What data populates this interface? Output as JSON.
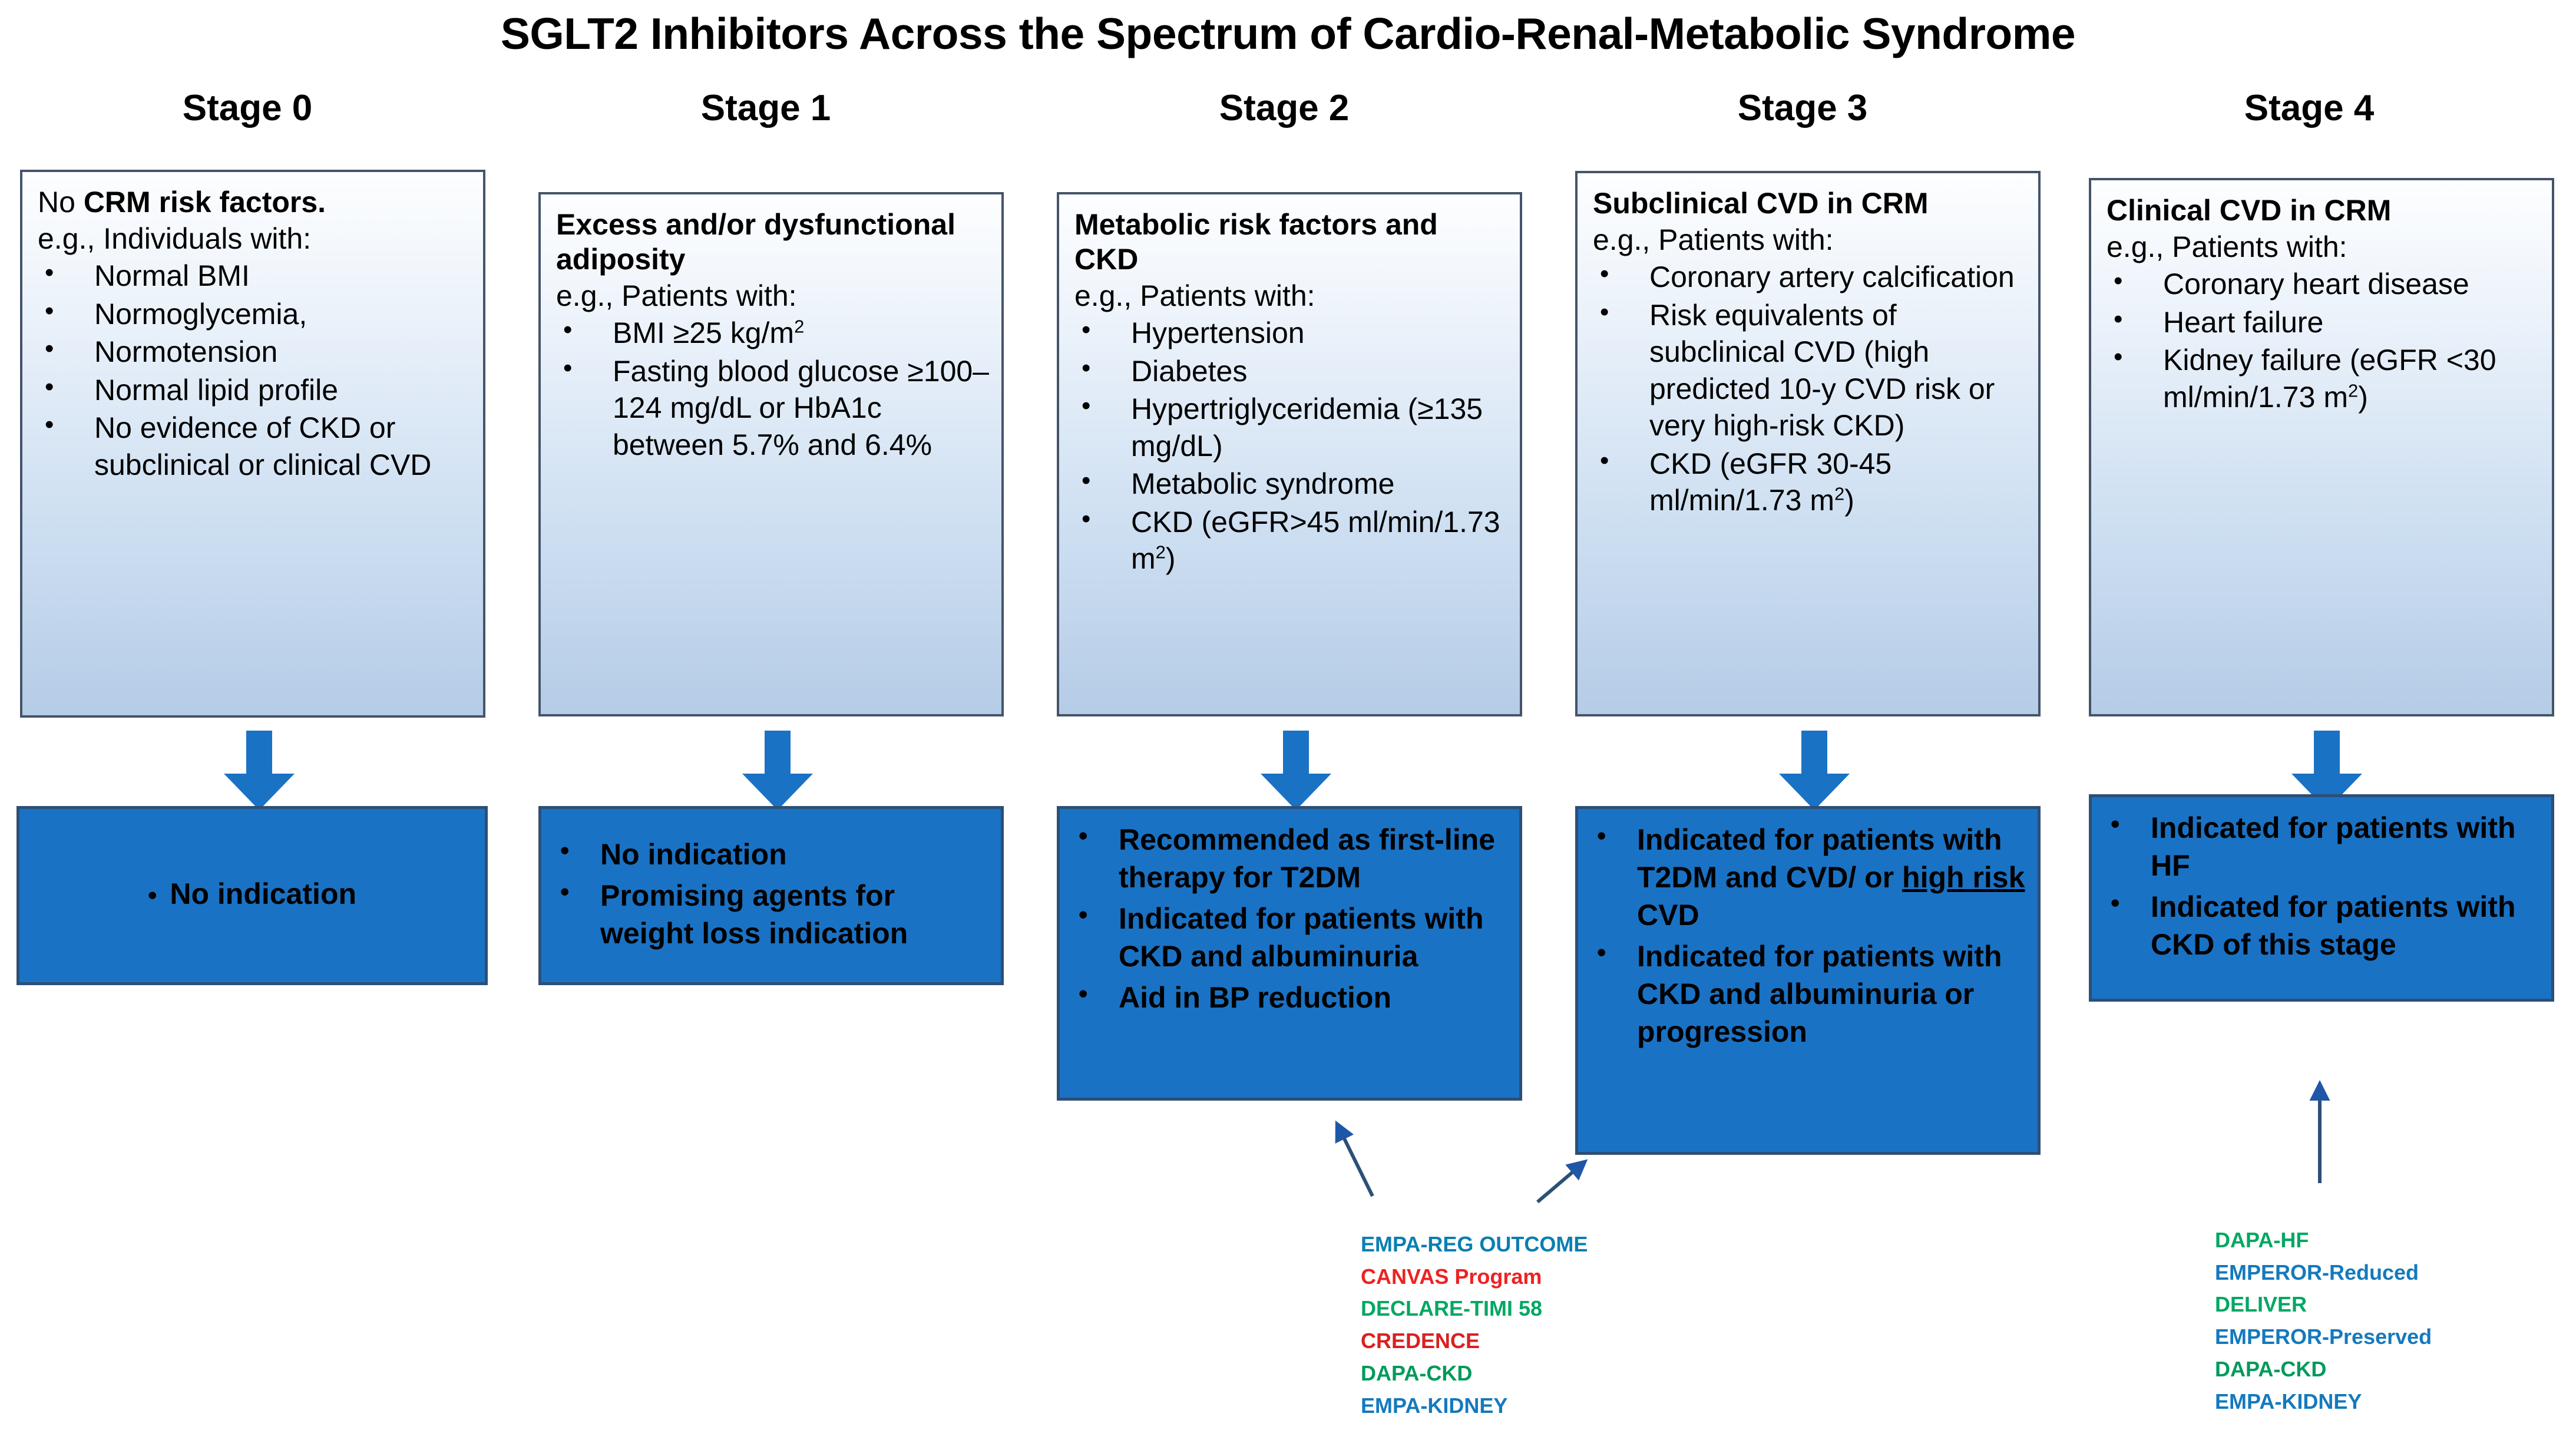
{
  "title": "SGLT2 Inhibitors Across the Spectrum of Cardio-Renal-Metabolic Syndrome",
  "colors": {
    "box_border": "#44546a",
    "indication_fill": "#1a72c4",
    "indication_border": "#2c4f76",
    "arrow_blue": "#1a72c4",
    "trial_teal": "#0a7fb2",
    "trial_blue": "#1479bd",
    "trial_red": "#ee2222",
    "trial_red_dark": "#d92020",
    "trial_green": "#00a862",
    "trial_green_dark": "#009a5a"
  },
  "stages": [
    {
      "heading": "Stage 0",
      "criteria": {
        "title_regular": "No ",
        "title_bold": "CRM risk factors.",
        "eg": "e.g., Individuals with:",
        "items": [
          "Normal BMI",
          "Normoglycemia,",
          "Normotension",
          "Normal lipid profile",
          "No evidence of CKD or subclinical or clinical CVD"
        ]
      },
      "indications": [
        "No indication"
      ]
    },
    {
      "heading": "Stage 1",
      "criteria": {
        "title_regular": "",
        "title_bold": "Excess and/or dysfunctional adiposity",
        "eg": "e.g., Patients with:",
        "items": [
          "BMI ≥25 kg/m²",
          "Fasting blood glucose ≥100–124 mg/dL or HbA1c between 5.7% and 6.4%"
        ]
      },
      "indications": [
        "No indication",
        "Promising agents for weight loss indication"
      ]
    },
    {
      "heading": "Stage 2",
      "criteria": {
        "title_regular": "",
        "title_bold": "Metabolic risk factors and CKD",
        "eg": "e.g., Patients with:",
        "items": [
          "Hypertension",
          "Diabetes",
          "Hypertriglyceridemia (≥135 mg/dL)",
          "Metabolic syndrome",
          "CKD (eGFR>45 ml/min/1.73 m²)"
        ]
      },
      "indications": [
        "Recommended as first-line therapy for T2DM",
        "Indicated for patients with CKD and albuminuria",
        "Aid in BP reduction"
      ]
    },
    {
      "heading": "Stage 3",
      "criteria": {
        "title_regular": "",
        "title_bold": "Subclinical CVD in CRM",
        "eg": "e.g., Patients with:",
        "items": [
          "Coronary artery calcification",
          "Risk equivalents of subclinical CVD (high predicted 10-y CVD risk or very high-risk CKD)",
          "CKD (eGFR 30-45 ml/min/1.73 m²)"
        ]
      },
      "indications": [
        "Indicated for patients with T2DM and CVD/ or high risk CVD",
        "Indicated for patients with CKD and albuminuria or progression"
      ],
      "indication_underline": "high risk "
    },
    {
      "heading": "Stage 4",
      "criteria": {
        "title_regular": "",
        "title_bold": "Clinical CVD in CRM",
        "eg": "e.g., Patients with:",
        "items": [
          "Coronary heart disease",
          "Heart failure",
          "Kidney failure (eGFR <30 ml/min/1.73 m²)"
        ]
      },
      "indications": [
        "Indicated for patients with HF",
        "Indicated for patients with CKD  of this stage"
      ]
    }
  ],
  "trial_groups": [
    {
      "name": "stage2-stage3-trials",
      "trials": [
        {
          "label": "EMPA-REG OUTCOME",
          "color": "#0a7fb2"
        },
        {
          "label": "CANVAS Program",
          "color": "#ee2222"
        },
        {
          "label": "DECLARE-TIMI 58",
          "color": "#00a862"
        },
        {
          "label": "CREDENCE",
          "color": "#d92020"
        },
        {
          "label": "DAPA-CKD",
          "color": "#009a5a"
        },
        {
          "label": "EMPA-KIDNEY",
          "color": "#1479bd"
        }
      ]
    },
    {
      "name": "stage4-trials",
      "trials": [
        {
          "label": "DAPA-HF",
          "color": "#00a862"
        },
        {
          "label": "EMPEROR-Reduced",
          "color": "#1479bd"
        },
        {
          "label": "DELIVER",
          "color": "#00a862"
        },
        {
          "label": "EMPEROR-Preserved",
          "color": "#1479bd"
        },
        {
          "label": "DAPA-CKD",
          "color": "#009a5a"
        },
        {
          "label": "EMPA-KIDNEY",
          "color": "#1479bd"
        }
      ]
    }
  ]
}
